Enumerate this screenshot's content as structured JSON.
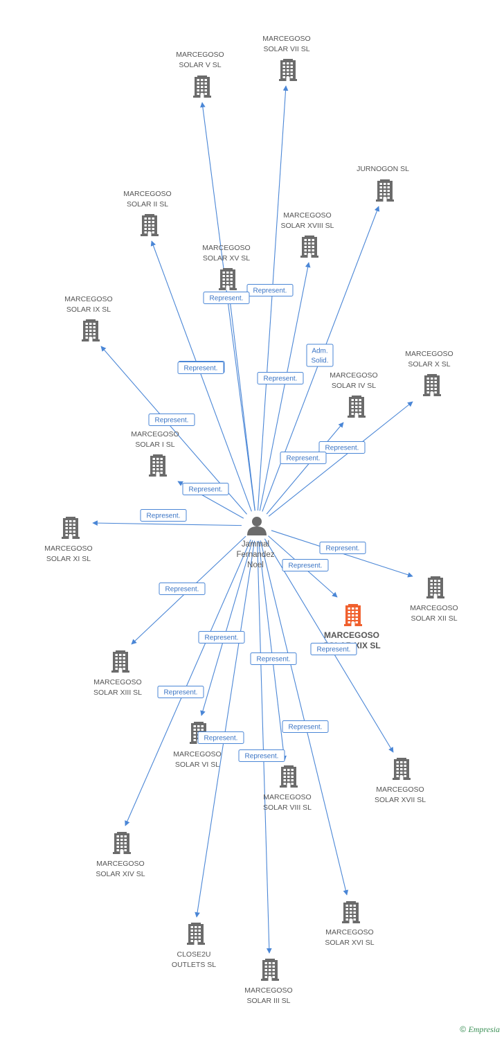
{
  "center": {
    "name_lines": [
      "Jammal",
      "Fernandez",
      "Noel"
    ],
    "icon": "person-icon"
  },
  "colors": {
    "edge": "#4a86d6",
    "company": "#6b6b6b",
    "highlight": "#f0602e",
    "text": "#555555"
  },
  "companies": [
    {
      "id": "v",
      "lines": [
        "MARCEGOSO",
        "SOLAR V SL"
      ],
      "icon": "building-icon"
    },
    {
      "id": "vii",
      "lines": [
        "MARCEGOSO",
        "SOLAR VII SL"
      ],
      "icon": "building-icon"
    },
    {
      "id": "jurnogon",
      "lines": [
        "JURNOGON  SL"
      ],
      "icon": "building-icon"
    },
    {
      "id": "ii",
      "lines": [
        "MARCEGOSO",
        "SOLAR II SL"
      ],
      "icon": "building-icon"
    },
    {
      "id": "xviii",
      "lines": [
        "MARCEGOSO",
        "SOLAR XVIII SL"
      ],
      "icon": "building-icon"
    },
    {
      "id": "xv",
      "lines": [
        "MARCEGOSO",
        "SOLAR XV SL"
      ],
      "icon": "building-icon"
    },
    {
      "id": "ix",
      "lines": [
        "MARCEGOSO",
        "SOLAR IX SL"
      ],
      "icon": "building-icon"
    },
    {
      "id": "x",
      "lines": [
        "MARCEGOSO",
        "SOLAR X SL"
      ],
      "icon": "building-icon"
    },
    {
      "id": "iv",
      "lines": [
        "MARCEGOSO",
        "SOLAR IV SL"
      ],
      "icon": "building-icon"
    },
    {
      "id": "i",
      "lines": [
        "MARCEGOSO",
        "SOLAR I SL"
      ],
      "icon": "building-icon"
    },
    {
      "id": "xi",
      "lines": [
        "MARCEGOSO",
        "SOLAR XI SL"
      ],
      "icon": "building-icon"
    },
    {
      "id": "xii",
      "lines": [
        "MARCEGOSO",
        "SOLAR XII SL"
      ],
      "icon": "building-icon"
    },
    {
      "id": "xix",
      "lines": [
        "MARCEGOSO",
        "SOLAR XIX SL"
      ],
      "icon": "building-icon",
      "highlight": true
    },
    {
      "id": "xiii",
      "lines": [
        "MARCEGOSO",
        "SOLAR XIII SL"
      ],
      "icon": "building-icon"
    },
    {
      "id": "vi",
      "lines": [
        "MARCEGOSO",
        "SOLAR VI SL"
      ],
      "icon": "building-icon"
    },
    {
      "id": "viii",
      "lines": [
        "MARCEGOSO",
        "SOLAR VIII SL"
      ],
      "icon": "building-icon"
    },
    {
      "id": "xvii",
      "lines": [
        "MARCEGOSO",
        "SOLAR XVII SL"
      ],
      "icon": "building-icon"
    },
    {
      "id": "xiv",
      "lines": [
        "MARCEGOSO",
        "SOLAR XIV SL"
      ],
      "icon": "building-icon"
    },
    {
      "id": "close2u",
      "lines": [
        "CLOSE2U",
        "OUTLETS SL"
      ],
      "icon": "building-icon"
    },
    {
      "id": "iii",
      "lines": [
        "MARCEGOSO",
        "SOLAR III SL"
      ],
      "icon": "building-icon"
    },
    {
      "id": "xvi",
      "lines": [
        "MARCEGOSO",
        "SOLAR XVI SL"
      ],
      "icon": "building-icon"
    }
  ],
  "edges": [
    {
      "target": "v",
      "label": [
        "Represent."
      ]
    },
    {
      "target": "vii",
      "label": [
        "Represent."
      ]
    },
    {
      "target": "jurnogon",
      "label": [
        "Adm.",
        "Solid."
      ]
    },
    {
      "target": "ii",
      "label": [
        "Represent."
      ]
    },
    {
      "target": "xviii",
      "label": [
        "Represent."
      ]
    },
    {
      "target": "xv",
      "label": [
        "Represent."
      ]
    },
    {
      "target": "ix",
      "label": [
        "Represent."
      ]
    },
    {
      "target": "x",
      "label": [
        "Represent."
      ]
    },
    {
      "target": "iv",
      "label": [
        "Represent."
      ]
    },
    {
      "target": "i",
      "label": [
        "Represent."
      ]
    },
    {
      "target": "xi",
      "label": [
        "Represent."
      ]
    },
    {
      "target": "xii",
      "label": [
        "Represent."
      ]
    },
    {
      "target": "xix",
      "label": [
        "Represent."
      ]
    },
    {
      "target": "xiii",
      "label": [
        "Represent."
      ]
    },
    {
      "target": "vi",
      "label": [
        "Represent."
      ]
    },
    {
      "target": "viii",
      "label": [
        "Represent."
      ]
    },
    {
      "target": "xvii",
      "label": [
        "Represent."
      ]
    },
    {
      "target": "xiv",
      "label": [
        "Represent."
      ]
    },
    {
      "target": "close2u",
      "label": [
        "Represent."
      ]
    },
    {
      "target": "iii",
      "label": [
        "Represent."
      ]
    },
    {
      "target": "xvi",
      "label": [
        "Represent."
      ]
    }
  ],
  "footer": {
    "copyright_symbol": "©",
    "brand": "Empresia"
  }
}
